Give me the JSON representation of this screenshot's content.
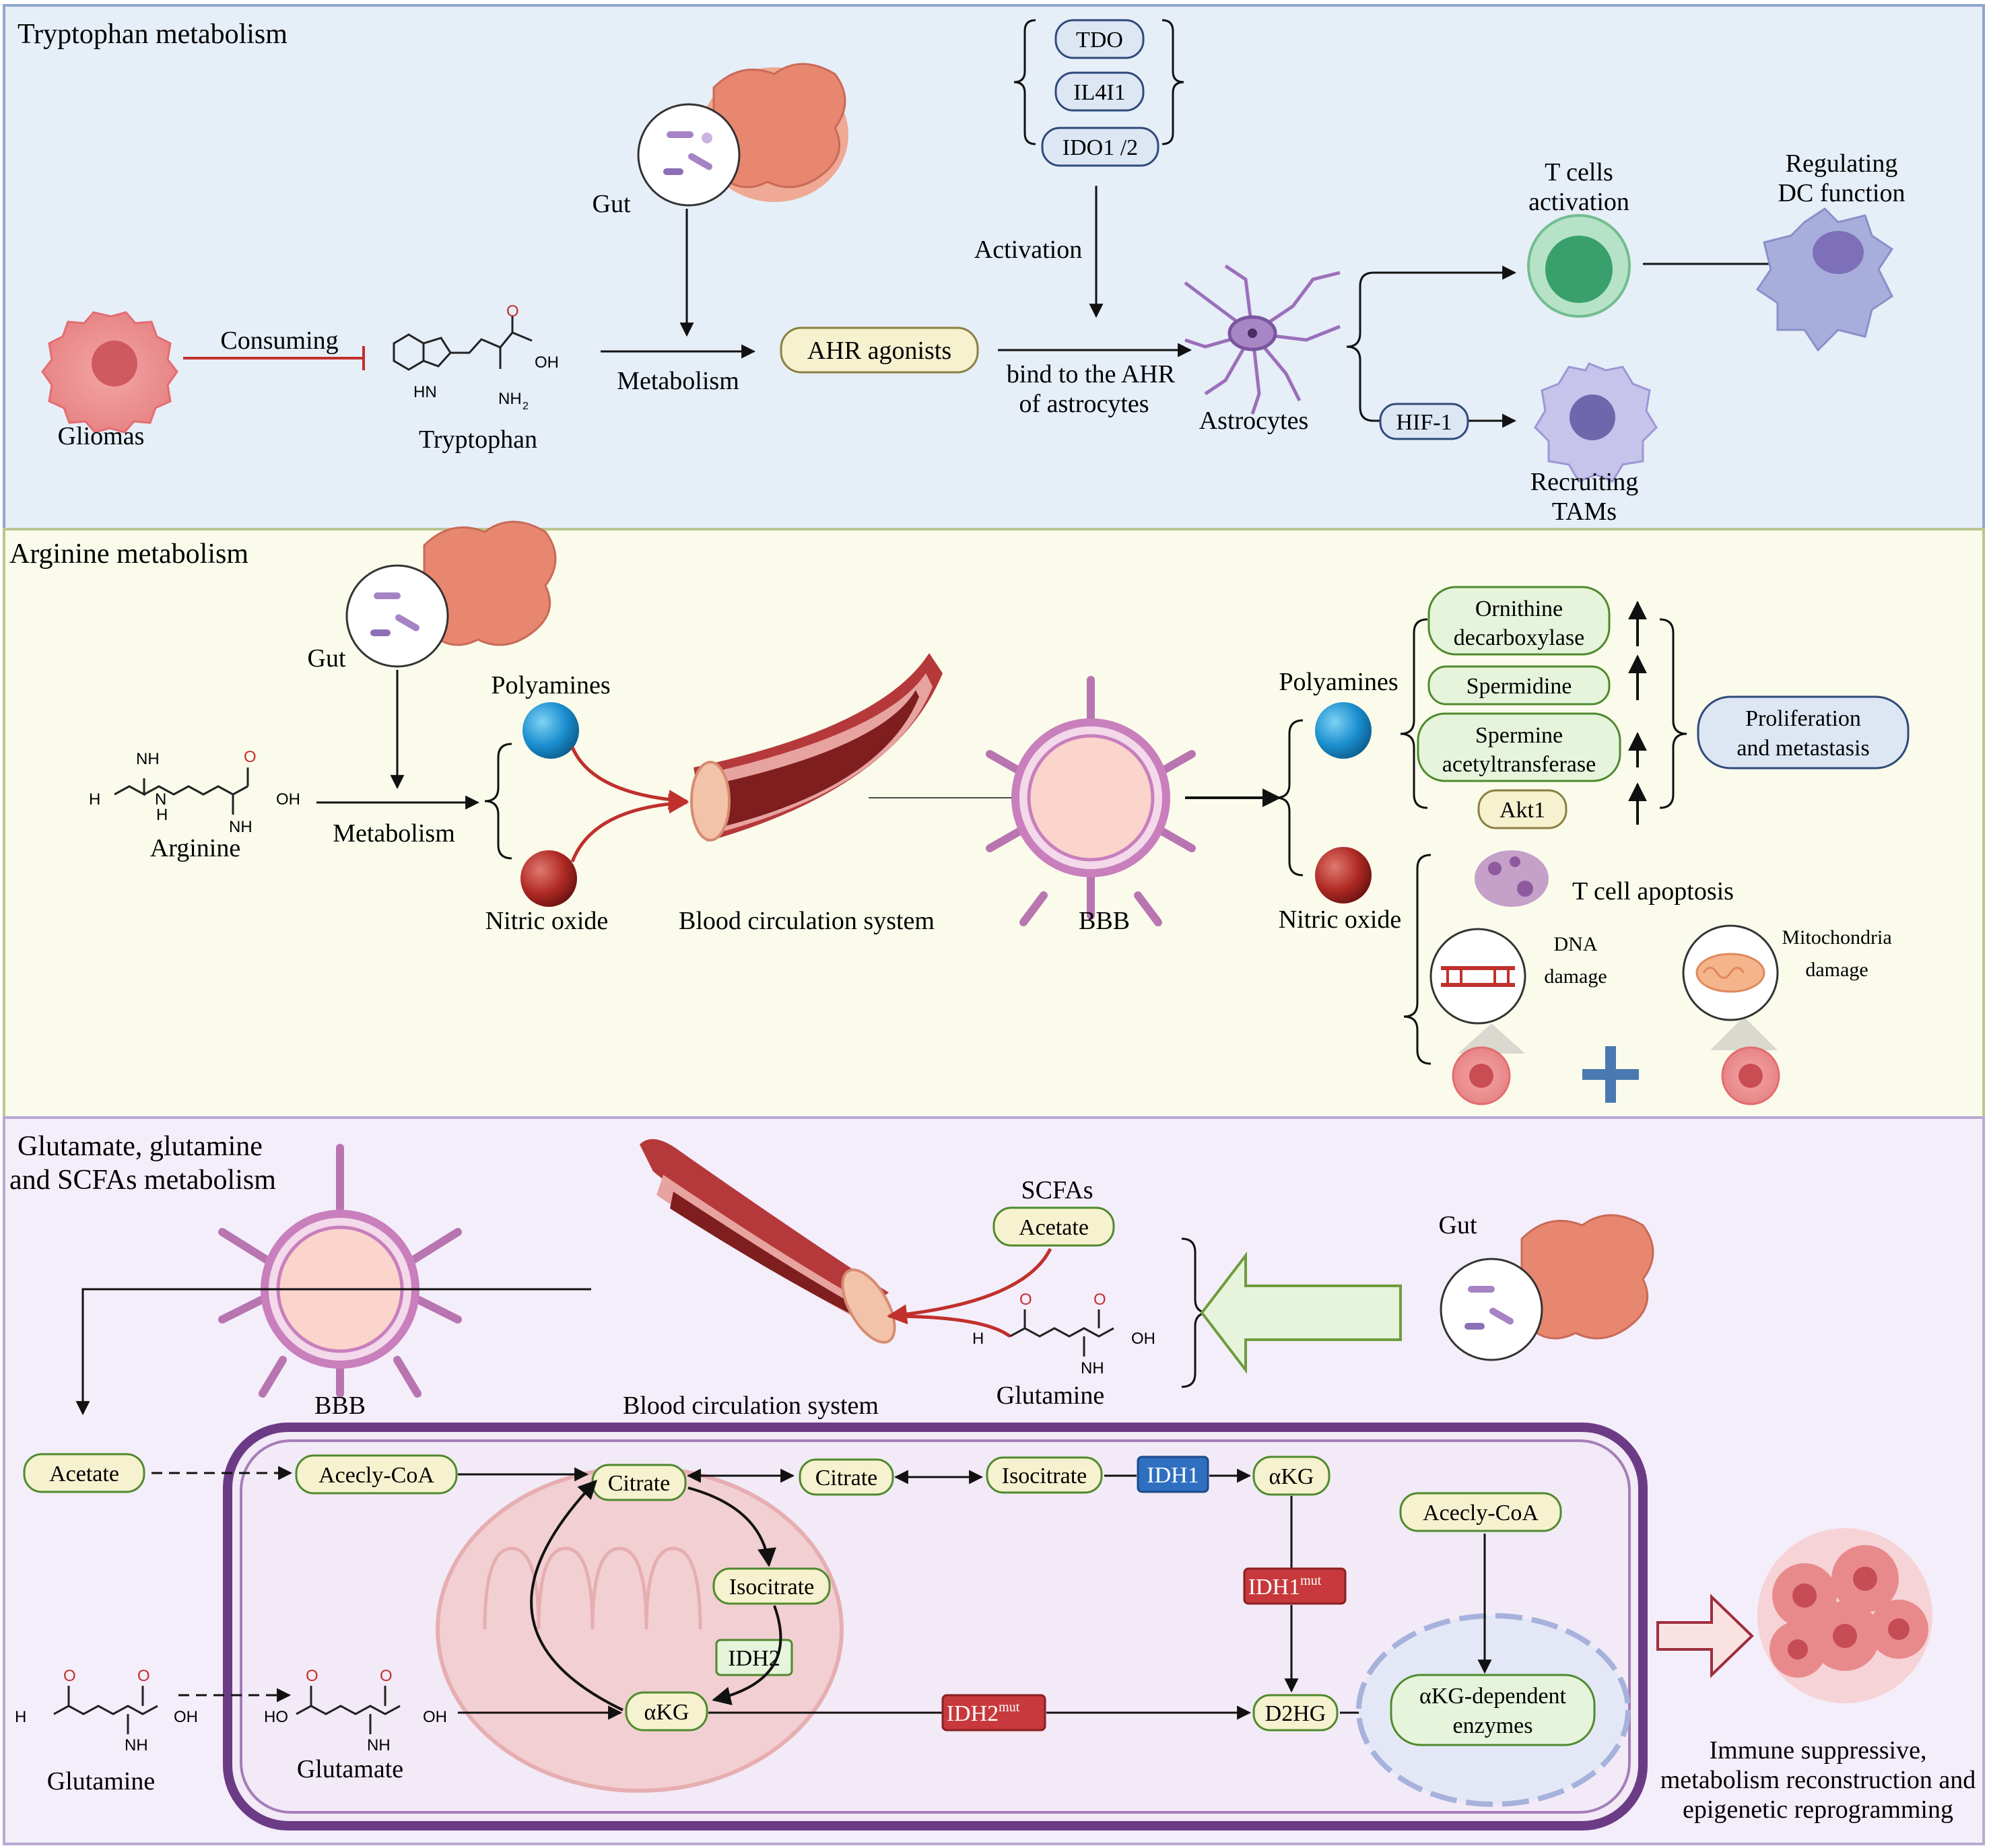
{
  "panels": {
    "tryptophan": {
      "title": "Tryptophan metabolism",
      "gliomas": "Gliomas",
      "consuming": "Consuming",
      "tryptophan": "Tryptophan",
      "gut": "Gut",
      "metabolism": "Metabolism",
      "ahr_agonists": "AHR agonists",
      "enzymes": [
        "TDO",
        "IL4I1",
        "IDO1 /2"
      ],
      "activation": "Activation",
      "bind_line1": "bind to the AHR",
      "bind_line2": "of astrocytes",
      "astrocytes": "Astrocytes",
      "t_cells_line1": "T cells",
      "t_cells_line2": "activation",
      "dc_line1": "Regulating",
      "dc_line2": "DC function",
      "hif1": "HIF-1",
      "tams_line1": "Recruiting",
      "tams_line2": "TAMs"
    },
    "arginine": {
      "title": "Arginine metabolism",
      "gut": "Gut",
      "arginine": "Arginine",
      "metabolism": "Metabolism",
      "polyamines": "Polyamines",
      "nitric_oxide": "Nitric oxide",
      "blood": "Blood circulation system",
      "bbb": "BBB",
      "polyamines_right": "Polyamines",
      "nitric_oxide_right": "Nitric oxide",
      "odc_line1": "Ornithine",
      "odc_line2": "decarboxylase",
      "spermidine": "Spermidine",
      "ssat_line1": "Spermine",
      "ssat_line2": "acetyltransferase",
      "akt1": "Akt1",
      "prolif_line1": "Proliferation",
      "prolif_line2": "and metastasis",
      "t_apoptosis": "T cell apoptosis",
      "dna_line1": "DNA",
      "dna_line2": "damage",
      "mito_line1": "Mitochondria",
      "mito_line2": "damage"
    },
    "glutamate": {
      "title_line1": "Glutamate,  glutamine",
      "title_line2": "and SCFAs metabolism",
      "bbb": "BBB",
      "blood": "Blood circulation system",
      "scfas": "SCFAs",
      "acetate_top": "Acetate",
      "glutamine_top": "Glutamine",
      "gut": "Gut",
      "acetate_left": "Acetate",
      "acecly_coa": "Acecly-CoA",
      "citrate_mito": "Citrate",
      "citrate_cyto": "Citrate",
      "isocitrate_cyto": "Isocitrate",
      "idh1": "IDH1",
      "akg_cyto": "αKG",
      "isocitrate_mito": "Isocitrate",
      "idh2": "IDH2",
      "akg_mito": "αKG",
      "idh1mut": "IDH1",
      "idh2mut": "IDH2",
      "mut": "mut",
      "d2hg": "D2HG",
      "acecly_coa_nuc": "Acecly-CoA",
      "akg_enz_line1": "αKG-dependent",
      "akg_enz_line2": "enzymes",
      "glutamine_bottom": "Glutamine",
      "glutamate_bottom": "Glutamate",
      "outcome_line1": "Immune suppressive,",
      "outcome_line2": "metabolism reconstruction and",
      "outcome_line3": "epigenetic reprogramming"
    },
    "chem": {
      "hn": "HN",
      "nh": "NH",
      "n": "N",
      "h": "H",
      "o": "O",
      "oh": "OH",
      "ho": "HO",
      "nh2": "NH",
      "h2n": "H",
      "h2": "2"
    }
  },
  "colors": {
    "panel1_bg": "#e6eef8",
    "panel2_bg": "#fbfbec",
    "panel3_bg": "#f4eefa",
    "yellow_box": "#f6f1cf",
    "green_box": "#e6f4dc",
    "blue_box": "#dde6f3",
    "idh1_blue": "#2f6fc0",
    "idh_mut_red": "#c7393c",
    "cell_purple": "#7a4a8f"
  }
}
